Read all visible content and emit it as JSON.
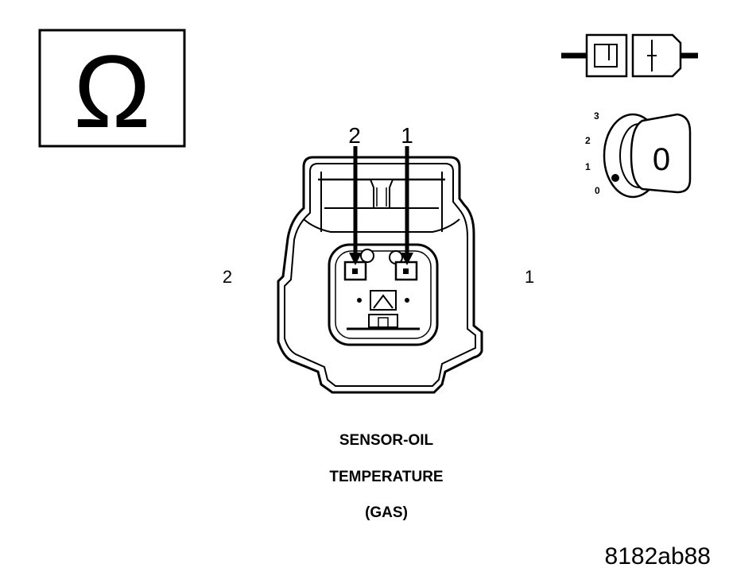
{
  "ohmmeter": {
    "symbol": "Ω",
    "icon": "ohm-meter-icon"
  },
  "connector_state": {
    "icon": "connector-disconnected-icon"
  },
  "ignition": {
    "icon": "ignition-key-off-icon",
    "positions": [
      "3",
      "2",
      "1",
      "0"
    ],
    "key_label": "0"
  },
  "pins": {
    "top_left": "2",
    "top_right": "1",
    "side_left": "2",
    "side_right": "1"
  },
  "caption": {
    "line1": "SENSOR-OIL",
    "line2": "TEMPERATURE",
    "line3": "(GAS)"
  },
  "figure_id": "8182ab88",
  "colors": {
    "ink": "#000000",
    "background": "#ffffff",
    "connector_fill": "#eeeeee"
  }
}
